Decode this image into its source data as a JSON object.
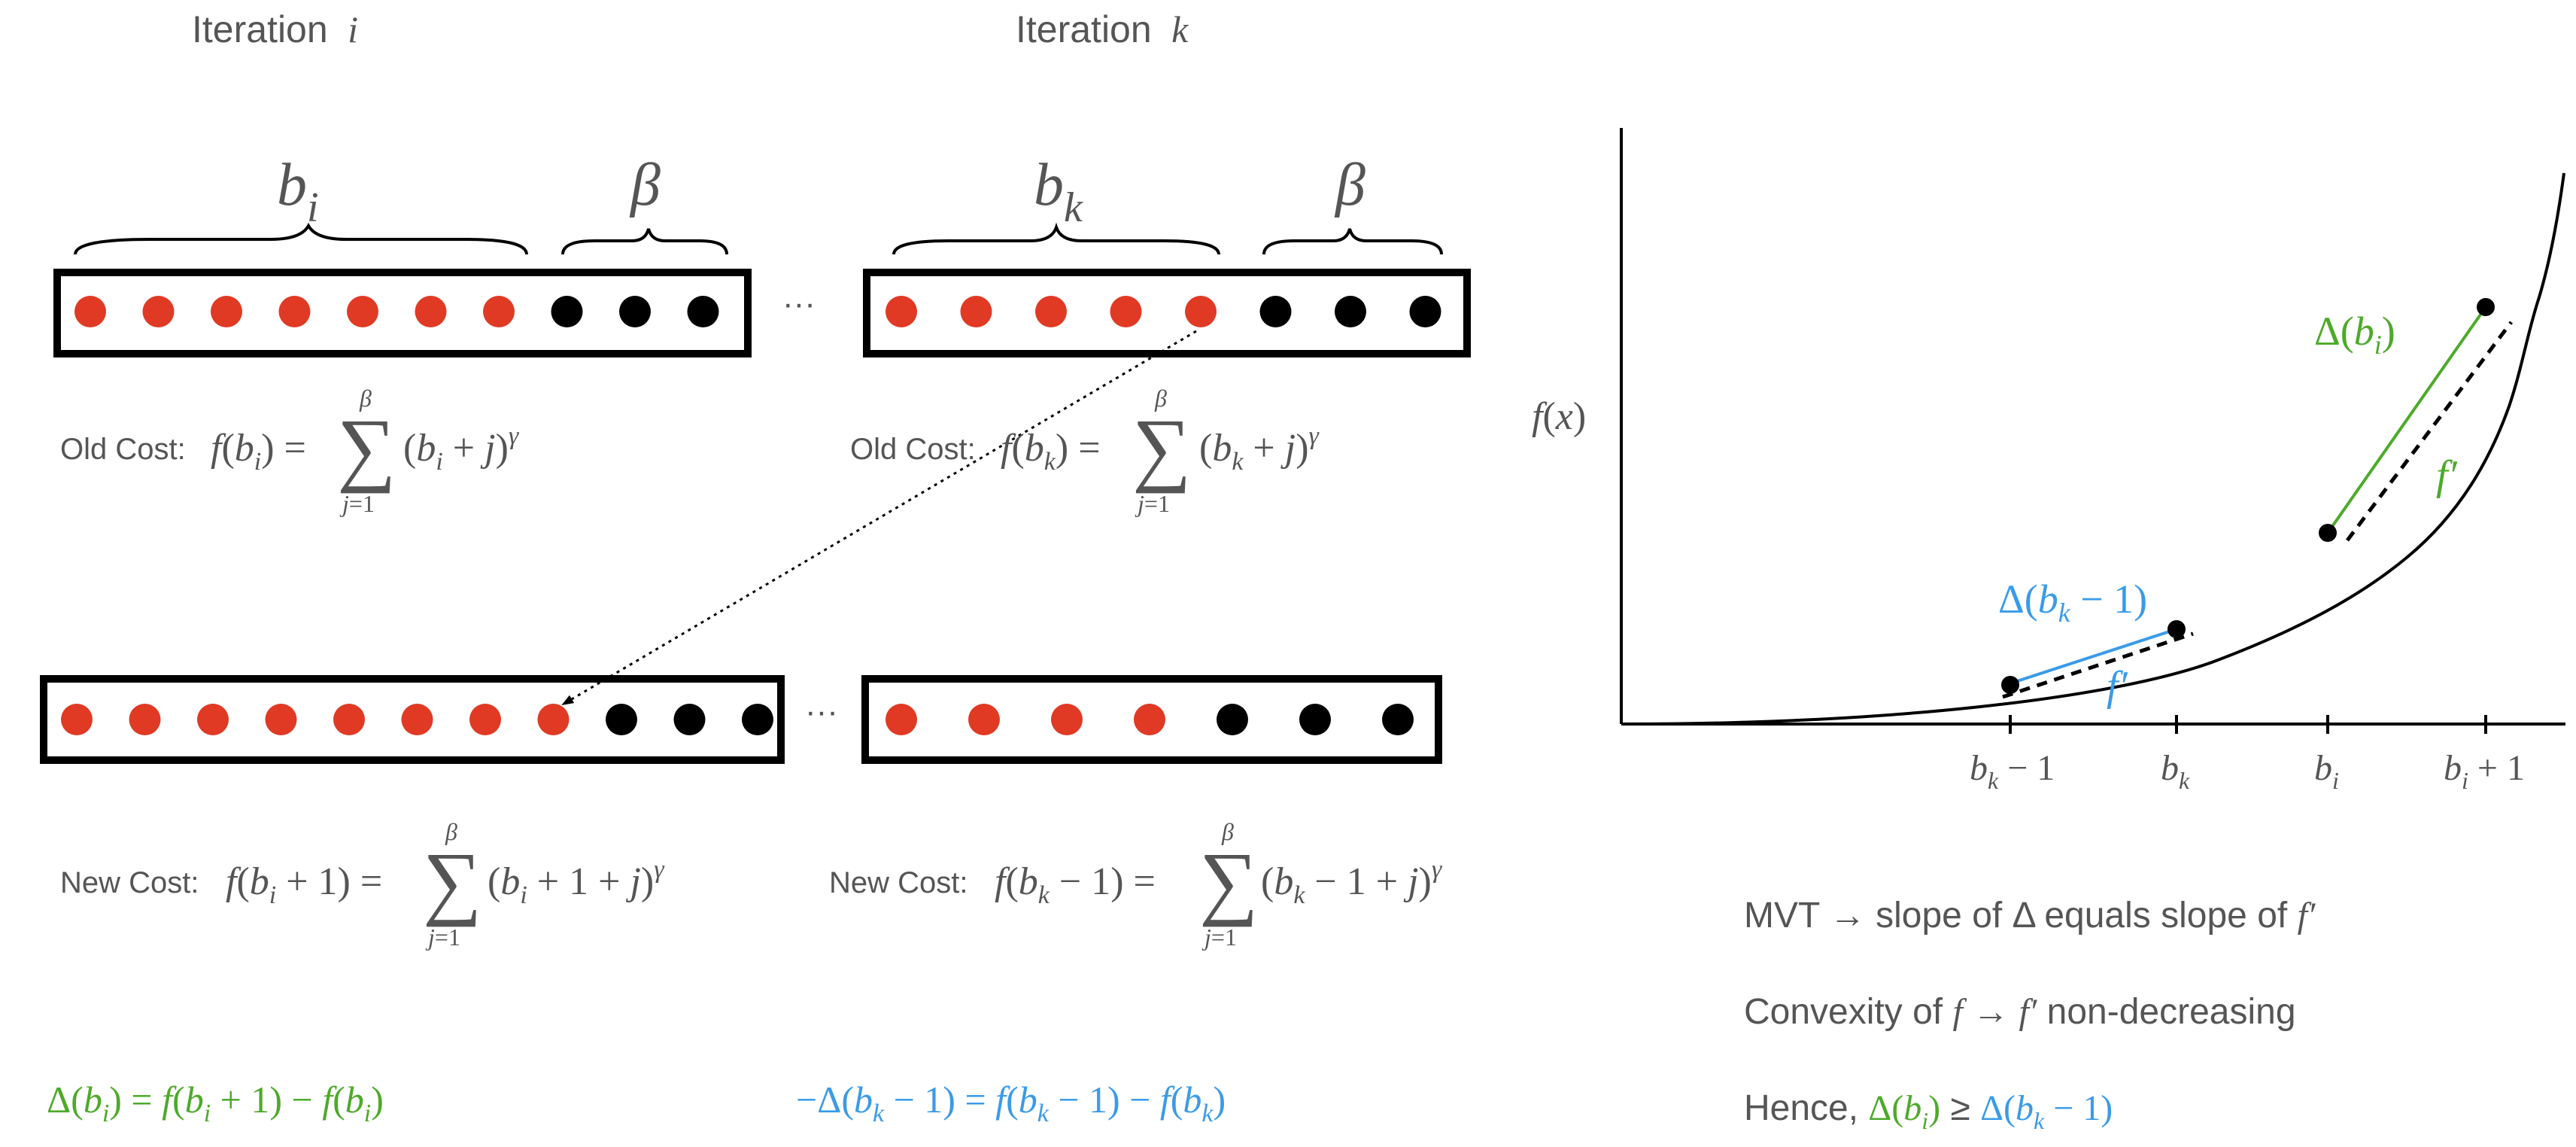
{
  "colors": {
    "red_dot": "#e03a24",
    "black_dot": "#000000",
    "green": "#4daa2a",
    "blue": "#3a9be8",
    "gray_text": "#555555"
  },
  "left": {
    "iteration_i": {
      "title_word": "Iteration",
      "title_var": "i",
      "brace_left_label": "b",
      "brace_left_sub": "i",
      "brace_right_label": "β",
      "old_array": {
        "red": 7,
        "black": 3
      },
      "old_cost_label": "Old Cost:",
      "new_array": {
        "red": 8,
        "black": 3
      },
      "new_cost_label": "New Cost:",
      "delta_label": "Δ(b_i) = f(b_i + 1) − f(b_i)"
    },
    "iteration_k": {
      "title_word": "Iteration",
      "title_var": "k",
      "brace_left_label": "b",
      "brace_left_sub": "k",
      "brace_right_label": "β",
      "old_array": {
        "red": 5,
        "black": 3
      },
      "old_cost_label": "Old Cost:",
      "new_array": {
        "red": 4,
        "black": 3
      },
      "new_cost_label": "New Cost:",
      "delta_label": "−Δ(b_k − 1) = f(b_k − 1) − f(b_k)"
    },
    "ellipsis": "···"
  },
  "plot": {
    "ylabel": "f(x)",
    "xticks": [
      "b_k − 1",
      "b_k",
      "b_i",
      "b_i + 1"
    ],
    "green_chord_label": "Δ(b_i)",
    "green_tangent_label": "f′",
    "blue_chord_label": "Δ(b_k − 1)",
    "blue_tangent_label": "f′"
  },
  "notes": {
    "line1_pre": "MVT → slope of Δ equals slope of ",
    "line1_math": "f′",
    "line2_pre": "Convexity of ",
    "line2_f": "f",
    "line2_mid": " → ",
    "line2_fp": "f′",
    "line2_post": " non-decreasing",
    "line3_pre": "Hence, ",
    "line3_ge": " ≥ "
  }
}
